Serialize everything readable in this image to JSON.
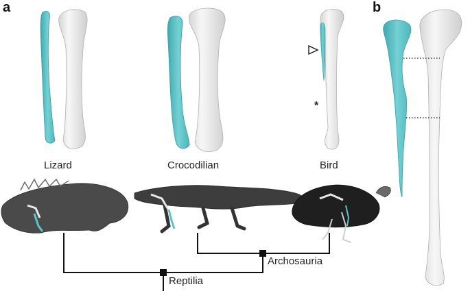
{
  "panels": {
    "a": "a",
    "b": "b"
  },
  "taxa": {
    "lizard": "Lizard",
    "crocodilian": "Crocodilian",
    "bird": "Bird"
  },
  "clades": {
    "archosauria": "Archosauria",
    "reptilia": "Reptilia"
  },
  "markers": {
    "asterisk": "*"
  },
  "colors": {
    "fibula": "#5fc4c8",
    "bone": "#e9e9e9",
    "bone_outline": "#b9b9b9",
    "tree": "#111111"
  }
}
